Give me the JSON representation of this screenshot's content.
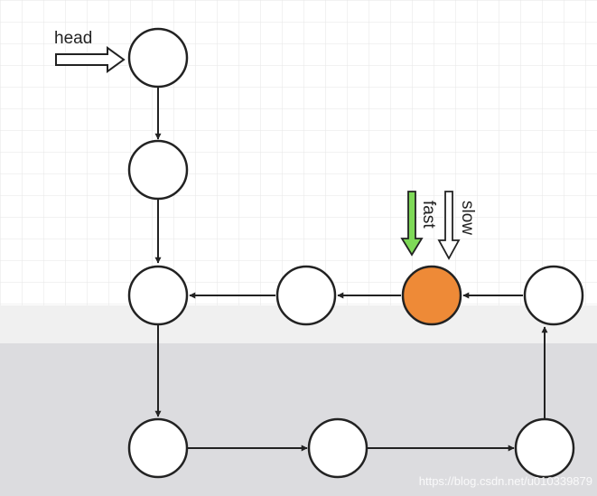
{
  "diagram": {
    "labels": {
      "head": "head",
      "fast": "fast",
      "slow": "slow"
    },
    "watermark": "https://blog.csdn.net/u010339879",
    "colors": {
      "node_fill": "#ffffff",
      "node_stroke": "#222222",
      "highlight_node": "#ee8a37",
      "fast_pointer": "#7ed957",
      "slow_pointer": "#ffffff",
      "grid_line": "#e6e6e6",
      "upper_background": "#ffffff",
      "lower_background": "#dcdcdf",
      "band": "#f0f0f0"
    },
    "nodes": [
      {
        "id": "n1",
        "highlight": false
      },
      {
        "id": "n2",
        "highlight": false
      },
      {
        "id": "n3",
        "highlight": false
      },
      {
        "id": "n4",
        "highlight": false
      },
      {
        "id": "n5",
        "highlight": true
      },
      {
        "id": "n6",
        "highlight": false
      },
      {
        "id": "n7",
        "highlight": false
      },
      {
        "id": "n8",
        "highlight": false
      },
      {
        "id": "n9",
        "highlight": false
      }
    ],
    "edges": [
      {
        "from": "n1",
        "to": "n2"
      },
      {
        "from": "n2",
        "to": "n3"
      },
      {
        "from": "n3",
        "to": "n7"
      },
      {
        "from": "n7",
        "to": "n8"
      },
      {
        "from": "n8",
        "to": "n9"
      },
      {
        "from": "n9",
        "to": "n6"
      },
      {
        "from": "n6",
        "to": "n5"
      },
      {
        "from": "n5",
        "to": "n4"
      },
      {
        "from": "n4",
        "to": "n3"
      }
    ],
    "pointers": [
      {
        "label": "head",
        "target": "n1"
      },
      {
        "label": "fast",
        "target": "n5"
      },
      {
        "label": "slow",
        "target": "n5"
      }
    ]
  }
}
